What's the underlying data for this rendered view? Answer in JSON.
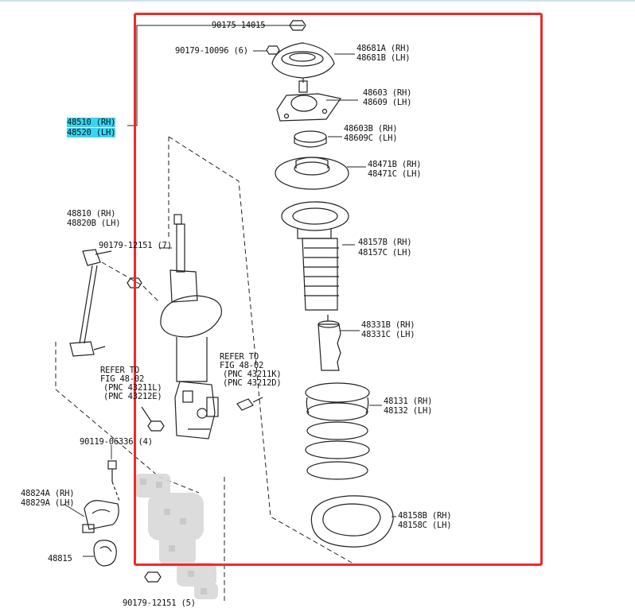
{
  "colors": {
    "frame": "#ee2a2a",
    "highlight": "#35d6f5",
    "ink": "#222222",
    "blur": "#d9d9d9"
  },
  "labels": {
    "bolt_top": "90175-14015",
    "nut_top": "90179-10096 (6)",
    "support_rh": "48681A (RH)",
    "support_lh": "48681B (LH)",
    "mount_rh": "48603 (RH)",
    "mount_lh": "48609 (LH)",
    "bearing_rh": "48603B (RH)",
    "bearing_lh": "48609C (LH)",
    "seat_rh": "48471B (RH)",
    "seat_lh": "48471C (LH)",
    "strut_rh": "48510 (RH)",
    "strut_lh": "48520 (LH)",
    "link_rh": "48810 (RH)",
    "link_lh": "48820B (LH)",
    "nut_link": "90179-12151 (7)",
    "boot_rh": "48157B (RH)",
    "boot_lh": "48157C (LH)",
    "bumper_rh": "48331B (RH)",
    "bumper_lh": "48331C (LH)",
    "refer_a_1": "REFER TO",
    "refer_a_2": "FIG 48-02",
    "refer_a_3": "(PNC 43211K)",
    "refer_a_4": "(PNC 43212D)",
    "refer_b_1": "REFER TO",
    "refer_b_2": "FIG 48-02",
    "refer_b_3": "(PNC 43211L)",
    "refer_b_4": "(PNC 43212E)",
    "spring_rh": "48131 (RH)",
    "spring_lh": "48132 (LH)",
    "bolt_bottom": "90119-06336 (4)",
    "bracket_rh": "48824A (RH)",
    "bracket_lh": "48829A (LH)",
    "bushing": "48815",
    "insulator_rh": "48158B (RH)",
    "insulator_lh": "48158C (LH)",
    "nut_bottom": "90179-12151 (5)"
  }
}
